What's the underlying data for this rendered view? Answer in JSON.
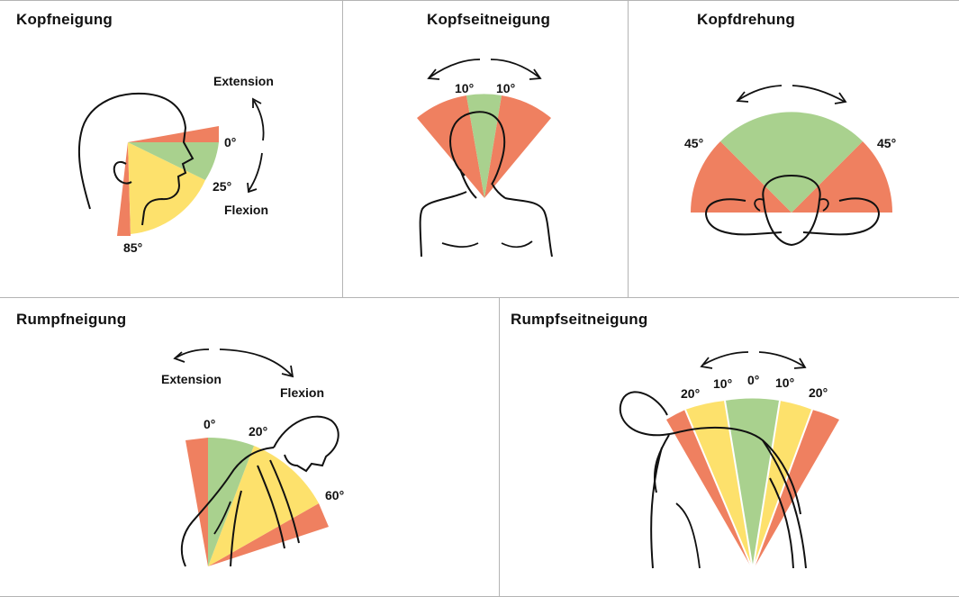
{
  "colors": {
    "red": "#ef8060",
    "green": "#a9d18e",
    "yellow": "#fde16c",
    "line": "#111111",
    "border": "#b4b4b4"
  },
  "panels": {
    "kopfneigung": {
      "title": "Kopfneigung",
      "extension": "Extension",
      "flexion": "Flexion",
      "angle_0": "0°",
      "angle_25": "25°",
      "angle_85": "85°"
    },
    "kopfseitneigung": {
      "title": "Kopfseitneigung",
      "angle_left": "10°",
      "angle_right": "10°"
    },
    "kopfdrehung": {
      "title": "Kopfdrehung",
      "angle_left": "45°",
      "angle_right": "45°"
    },
    "rumpfneigung": {
      "title": "Rumpfneigung",
      "extension": "Extension",
      "flexion": "Flexion",
      "angle_0": "0°",
      "angle_20": "20°",
      "angle_60": "60°"
    },
    "rumpfseitneigung": {
      "title": "Rumpfseitneigung",
      "angle_20_left": "20°",
      "angle_10_left": "10°",
      "angle_0": "0°",
      "angle_10_right": "10°",
      "angle_20_right": "20°"
    }
  }
}
